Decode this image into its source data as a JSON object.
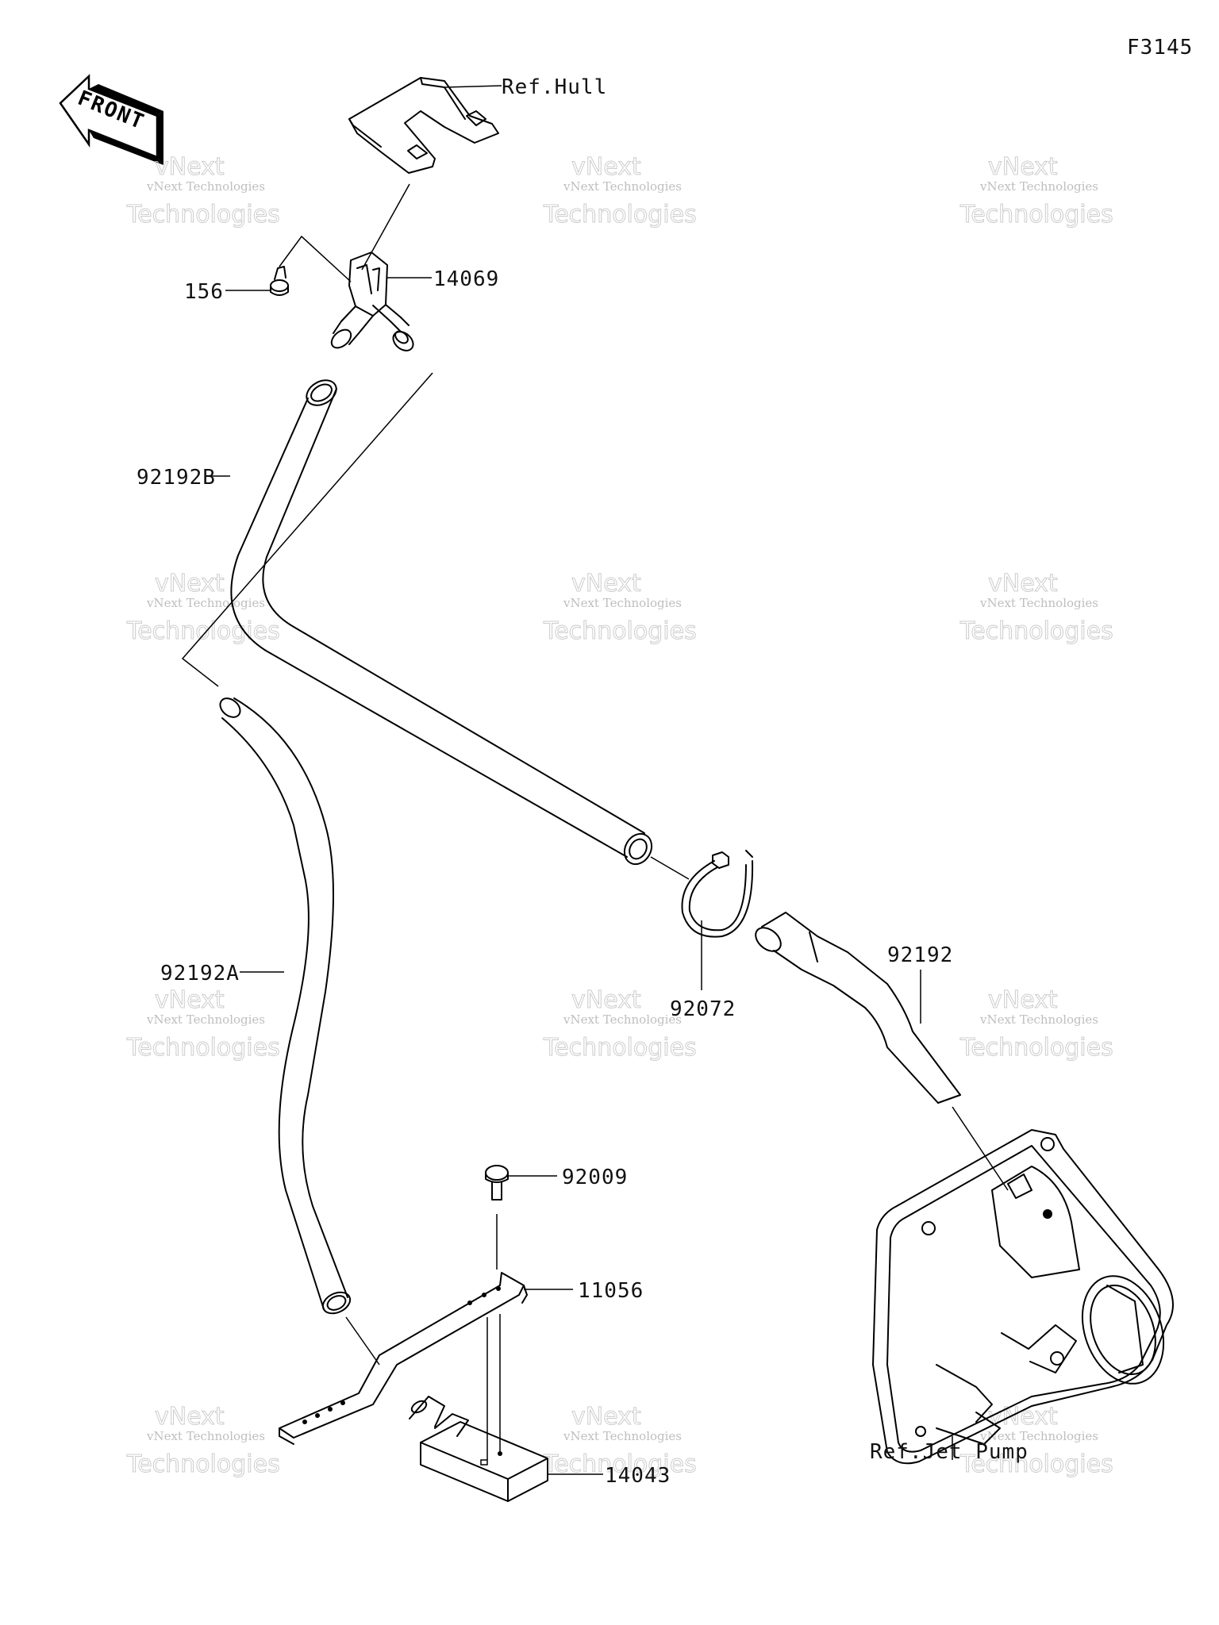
{
  "figure_id": "F3145",
  "front_marker": "FRONT",
  "watermark": {
    "line1": "vNext",
    "line2": "vNext Technologies",
    "line3": "Technologies"
  },
  "callouts": {
    "ref_hull": "Ref.Hull",
    "p14069": "14069",
    "p156": "156",
    "p92192B": "92192B",
    "p92072": "92072",
    "p92192": "92192",
    "p92192A": "92192A",
    "p92009": "92009",
    "p11056": "11056",
    "p14043": "14043",
    "ref_jet_pump": "Ref.Jet Pump"
  }
}
